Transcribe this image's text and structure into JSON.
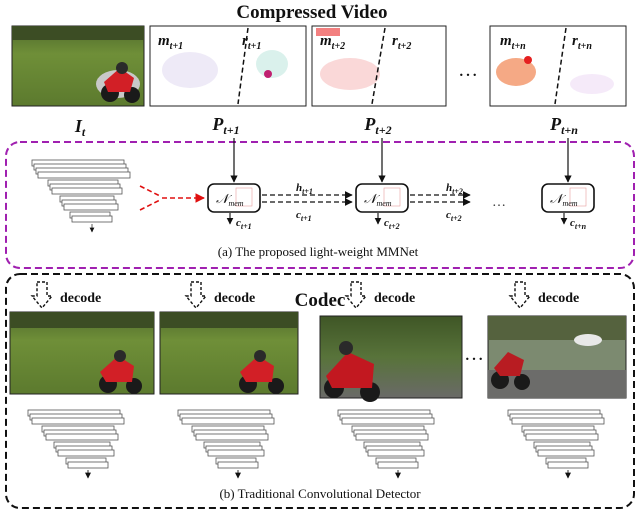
{
  "title": "Compressed Video",
  "frames": {
    "iframe_label": "I",
    "iframe_sub": "t",
    "pframes": [
      {
        "label": "P",
        "sub": "t+1",
        "m_sub": "t+1",
        "r_sub": "t+1"
      },
      {
        "label": "P",
        "sub": "t+2",
        "m_sub": "t+2",
        "r_sub": "t+2"
      },
      {
        "label": "P",
        "sub": "t+n",
        "m_sub": "t+n",
        "r_sub": "t+n"
      }
    ],
    "m_symbol": "m",
    "r_symbol": "r",
    "ellipsis": "…"
  },
  "mmnet": {
    "caption": "(a) The proposed light-weight MMNet",
    "mem_symbol": "𝒩",
    "mem_sub": "mem",
    "h_symbol": "h",
    "c_symbol": "c",
    "h_subs": [
      "t+1",
      "t+2"
    ],
    "c_subs": [
      "t+1",
      "t+2"
    ],
    "out_subs": [
      "t+1",
      "t+2",
      "t+n"
    ],
    "ellipsis": "…",
    "border_color": "#a020b0",
    "arrow_color": "#e01010"
  },
  "codec": {
    "title": "Codec",
    "decode_label": "decode",
    "caption": "(b) Traditional Convolutional Detector",
    "ellipsis": "…"
  }
}
